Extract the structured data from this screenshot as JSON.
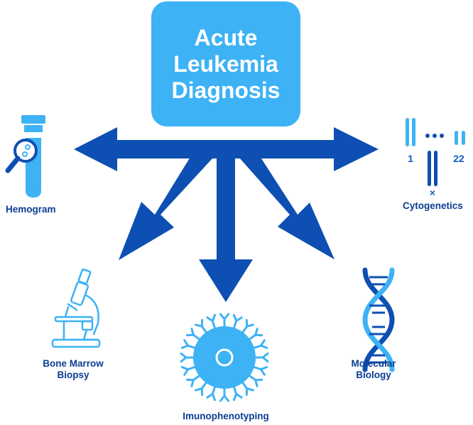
{
  "title": {
    "lines": [
      "Acute",
      "Leukemia",
      "Diagnosis"
    ]
  },
  "branches": {
    "hemogram": "Hemogram",
    "cytogenetics": "Cytogenetics",
    "bone_marrow_biopsy": "Bone Marrow\nBiopsy",
    "molecular_biology": "Molecular\nBiology",
    "immunophenotyping": "Imunophenotyping"
  },
  "cytogenetics_icon": {
    "first_chromosome": "1",
    "last_chromosome": "22",
    "cross": "×"
  },
  "colors": {
    "arrow": "#0d4fb2",
    "title_box": "#3db2f5",
    "icon_light": "#3db2f5",
    "icon_dark": "#0d4fb2",
    "label": "#0a3d91"
  }
}
